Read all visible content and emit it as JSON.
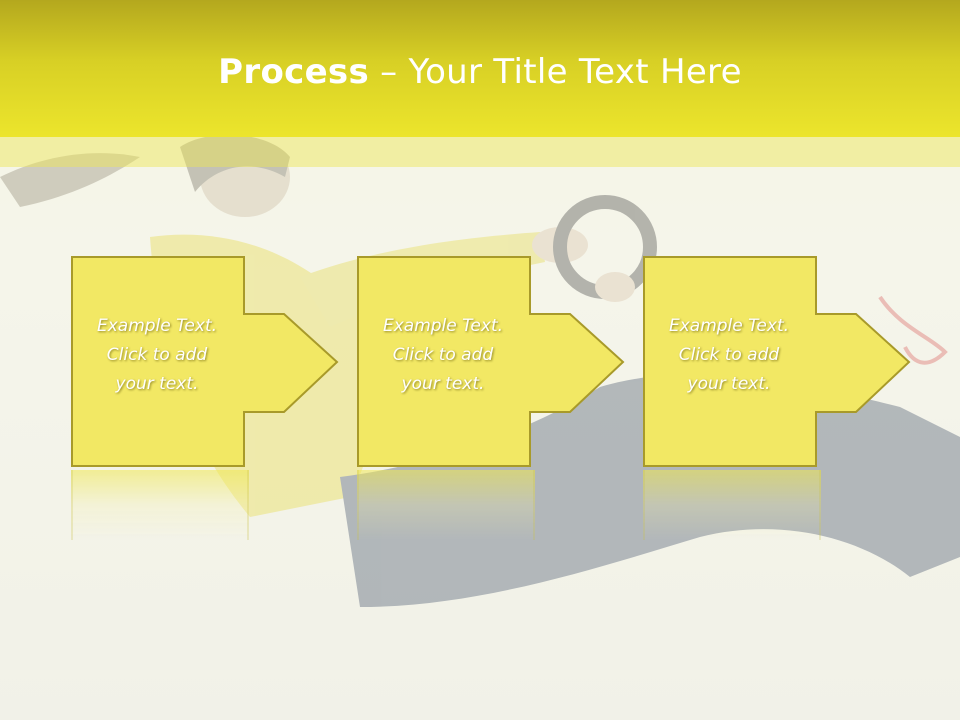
{
  "slide": {
    "title_bold": "Process",
    "title_rest": " – Your Title Text Here"
  },
  "steps": [
    {
      "lines": [
        "Example Text.",
        "Click  to add",
        "your text."
      ]
    },
    {
      "lines": [
        "Example Text.",
        "Click  to add",
        "your text."
      ]
    },
    {
      "lines": [
        "Example Text.",
        "Click  to add",
        "your text."
      ]
    }
  ],
  "colors": {
    "title_bar": "#d8d025",
    "shape_fill": "#f2e864",
    "shape_border": "#a89a2a",
    "text": "#ffffff"
  }
}
